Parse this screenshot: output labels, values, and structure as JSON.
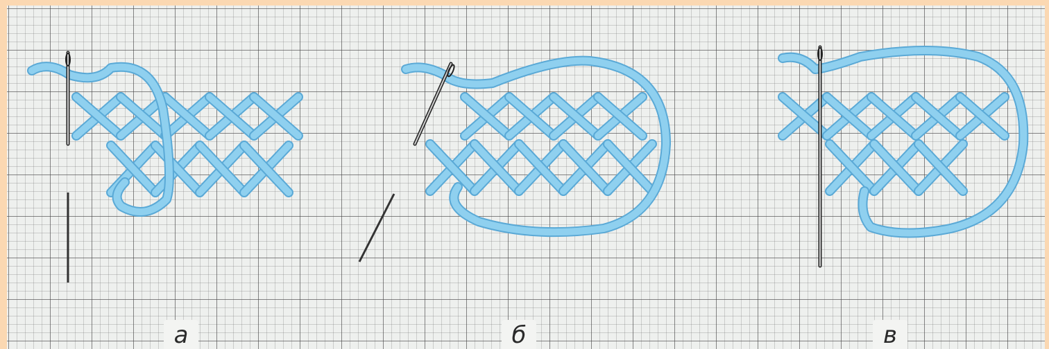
{
  "colors": {
    "background": "#fbd8b2",
    "paper": "#eef0ee",
    "thread": "#8fd0ef",
    "thread_shadow": "#5aa9d6",
    "needle": "#555555"
  },
  "panels": [
    {
      "label": "а",
      "icons": [
        "needle-icon",
        "thread-loop-icon",
        "cross-stitch-icon"
      ]
    },
    {
      "label": "б",
      "icons": [
        "needle-icon",
        "thread-loop-icon",
        "cross-stitch-icon"
      ]
    },
    {
      "label": "в",
      "icons": [
        "needle-icon",
        "thread-loop-icon",
        "cross-stitch-icon"
      ]
    }
  ]
}
